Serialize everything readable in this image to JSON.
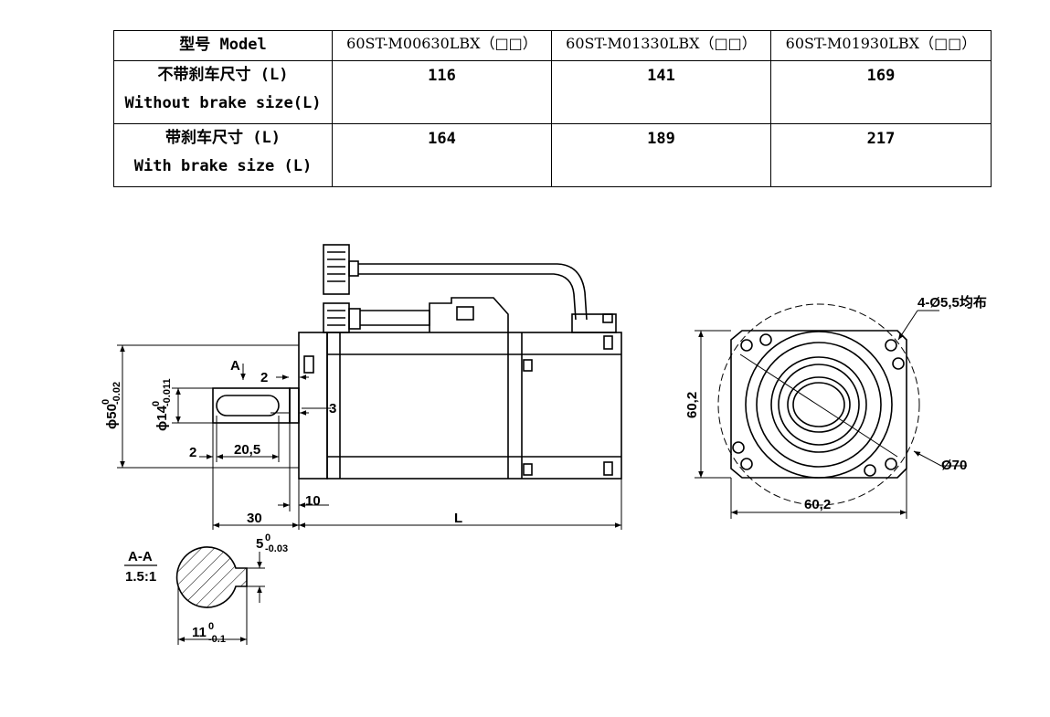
{
  "table": {
    "header": {
      "label": "型号 Model",
      "models": [
        "60ST-M00630LBX（□□）",
        "60ST-M01330LBX（□□）",
        "60ST-M01930LBX（□□）"
      ]
    },
    "rows": [
      {
        "label_cn": "不带刹车尺寸 (L)",
        "label_en": "Without brake size(L)",
        "values": [
          "116",
          "141",
          "169"
        ]
      },
      {
        "label_cn": "带刹车尺寸  (L)",
        "label_en": "With brake size (L)",
        "values": [
          "164",
          "189",
          "217"
        ]
      }
    ]
  },
  "drawing": {
    "side_view": {
      "section_mark": "A",
      "dim_2_top": "2",
      "dim_3": "3",
      "dim_2_left": "2",
      "dim_20_5": "20,5",
      "dim_10": "10",
      "dim_30": "30",
      "dim_L": "L",
      "dia_50": "ϕ50",
      "dia_50_upper": "0",
      "dia_50_lower": "-0.02",
      "dia_14": "ϕ14",
      "dia_14_upper": "0",
      "dia_14_lower": "-0.011"
    },
    "section": {
      "title": "A-A",
      "scale": "1.5:1",
      "dim_5": "5",
      "dim_5_upper": "0",
      "dim_5_lower": "-0.03",
      "dim_11": "11",
      "dim_11_upper": "0",
      "dim_11_lower": "-0.1"
    },
    "front_view": {
      "holes": "4-Ø5,5均布",
      "dim_side": "60,2",
      "dim_bottom": "60,2",
      "pcd": "Ø70"
    }
  }
}
